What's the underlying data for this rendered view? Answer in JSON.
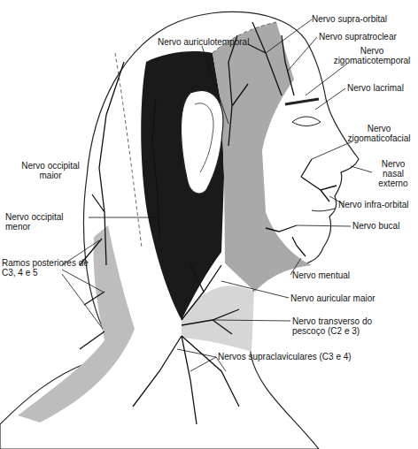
{
  "diagram": {
    "labels": [
      "Nervo supra-orbital",
      "Nervo supratroclear",
      "Nervo zigomaticotemporal",
      "Nervo auriculotemporal",
      "Nervo lacrimal",
      "Nervo zigomaticofacial",
      "Nervo nasal externo",
      "Nervo occipital maior",
      "Nervo infra-orbital",
      "Nervo occipital menor",
      "Nervo bucal",
      "Nervo mentual",
      "Ramos posteriores de C3, 4 e 5",
      "Nervo auricular maior",
      "Nervo transverso do pescoço (C2 e 3)",
      "Nervos supraclaviculares (C3 e 4)"
    ]
  }
}
